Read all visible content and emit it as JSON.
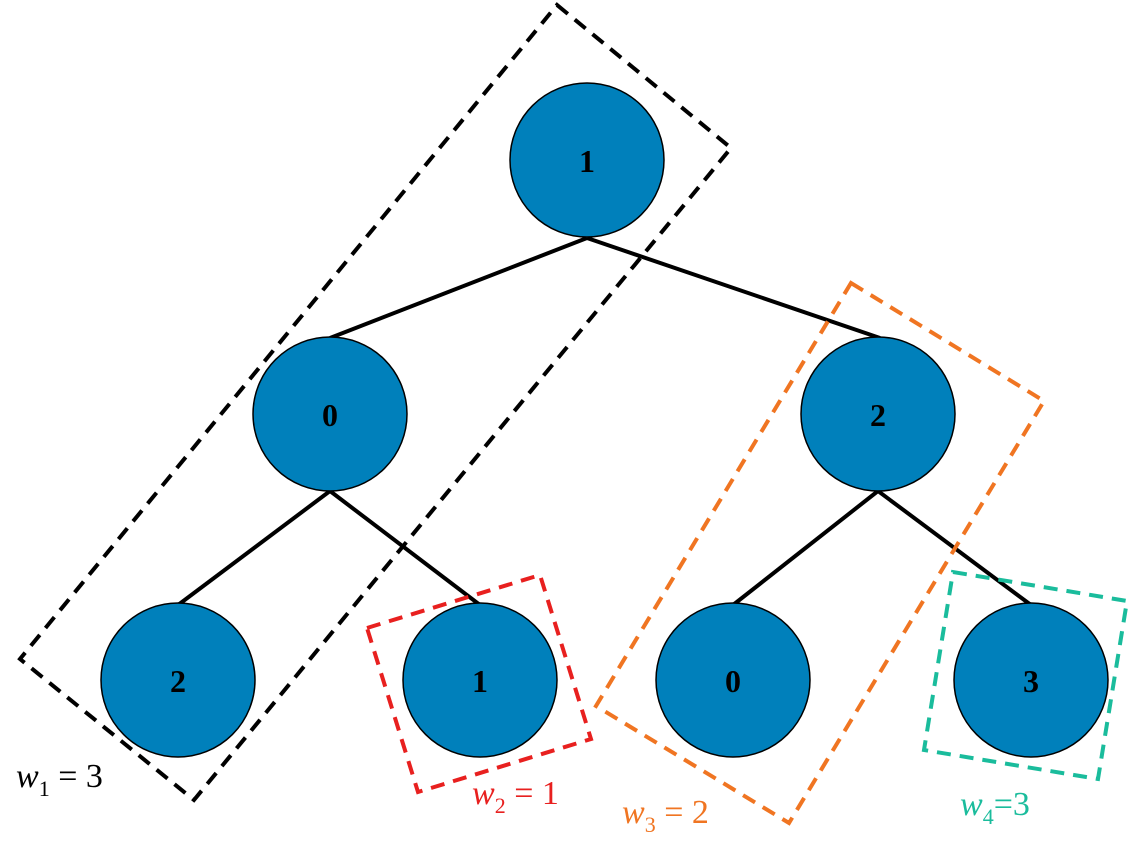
{
  "colors": {
    "node_fill": "#0080BB",
    "edge": "#000000",
    "group_black": "#000000",
    "group_red": "#E8201F",
    "group_orange": "#F07522",
    "group_teal": "#1ABC9C"
  },
  "tree": {
    "nodes": [
      {
        "id": "root",
        "label": "1"
      },
      {
        "id": "left",
        "label": "0"
      },
      {
        "id": "right",
        "label": "2"
      },
      {
        "id": "left-left",
        "label": "2"
      },
      {
        "id": "left-right",
        "label": "1"
      },
      {
        "id": "right-left",
        "label": "0"
      },
      {
        "id": "right-right",
        "label": "3"
      }
    ],
    "edges": [
      [
        "root",
        "left"
      ],
      [
        "root",
        "right"
      ],
      [
        "left",
        "left-left"
      ],
      [
        "left",
        "left-right"
      ],
      [
        "right",
        "right-left"
      ],
      [
        "right",
        "right-right"
      ]
    ]
  },
  "groups": [
    {
      "name": "w1",
      "var": "w",
      "sub": "1",
      "rest": " = 3",
      "color": "#000000"
    },
    {
      "name": "w2",
      "var": "w",
      "sub": "2",
      "rest": " = 1",
      "color": "#E8201F"
    },
    {
      "name": "w3",
      "var": "w",
      "sub": "3",
      "rest": " = 2",
      "color": "#F07522"
    },
    {
      "name": "w4",
      "var": "w",
      "sub": "4",
      "rest": "=3",
      "color": "#1ABC9C"
    }
  ]
}
